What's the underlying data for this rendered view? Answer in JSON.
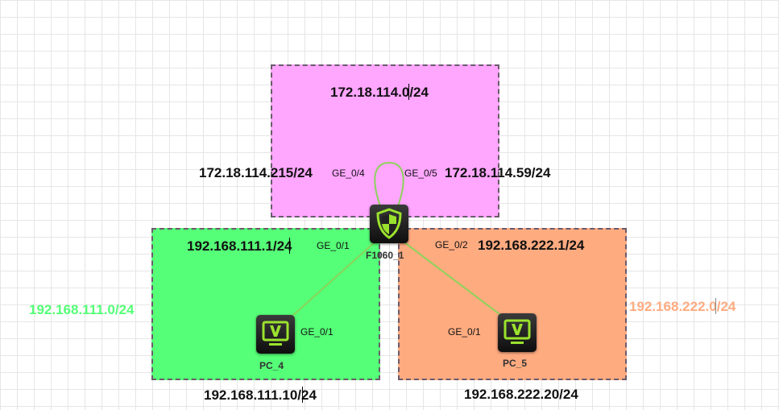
{
  "zones": {
    "top": {
      "label": "172.18.114.0/24",
      "color": "#ffa6ff"
    },
    "left": {
      "label": "192.168.111.0/24",
      "color": "#55ff77"
    },
    "right": {
      "label": "192.168.222.0/24",
      "color": "#ffab80"
    }
  },
  "firewall": {
    "name": "F1060_1",
    "ports": {
      "ge04": {
        "name": "GE_0/4",
        "ip": "172.18.114.215/24"
      },
      "ge05": {
        "name": "GE_0/5",
        "ip": "172.18.114.59/24"
      },
      "ge01": {
        "name": "GE_0/1",
        "ip": "192.168.111.1/24"
      },
      "ge02": {
        "name": "GE_0/2",
        "ip": "192.168.222.1/24"
      }
    }
  },
  "pc4": {
    "name": "PC_4",
    "port": "GE_0/1",
    "ip": "192.168.111.10/24"
  },
  "pc5": {
    "name": "PC_5",
    "port": "GE_0/1",
    "ip": "192.168.222.20/24"
  },
  "colors": {
    "link": "#8bd35a",
    "device_accent": "#9be22d"
  },
  "icons": {
    "firewall": "shield-icon",
    "pc": "monitor-icon"
  }
}
